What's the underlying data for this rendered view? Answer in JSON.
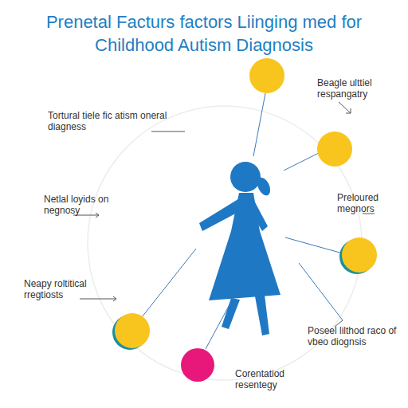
{
  "diagram": {
    "title": "Prenetal Facturs factors Liinging med for Childhood Autism Diagnosis",
    "labels": [
      "Tortural tiele fic atism oneral diagness",
      "Beagle ulttiel respangatry",
      "Netlal loyids on negnosy",
      "Preloured megnors",
      "Neapy roltitical rregtiosts",
      "Poseel lilthod raco of vbeo diognsis",
      "Corentatiod resentegy"
    ]
  }
}
